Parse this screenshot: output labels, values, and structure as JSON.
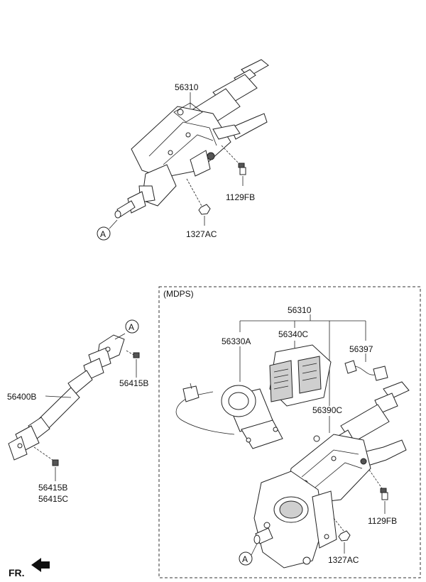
{
  "labels": {
    "col_upper": "56310",
    "bolt_upper": "1129FB",
    "nut_upper": "1327AC",
    "ref_a_upper": "A",
    "ref_a_shaft": "A",
    "shaft": "56400B",
    "bolt_shaft_top": "56415B",
    "bolt_shaft_bot_1": "56415B",
    "bolt_shaft_bot_2": "56415C",
    "mdps_title": "(MDPS)",
    "col_mdps": "56310",
    "motor": "56330A",
    "ecu": "56340C",
    "harness": "56397",
    "sensor": "56390C",
    "bolt_mdps": "1129FB",
    "nut_mdps": "1327AC",
    "ref_a_mdps": "A",
    "front": "FR."
  }
}
